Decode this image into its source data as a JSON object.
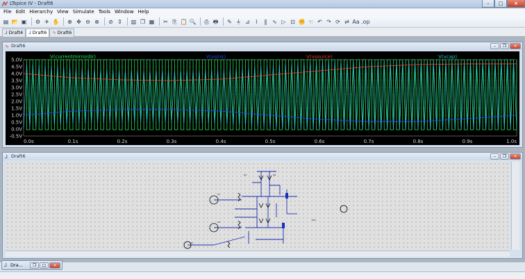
{
  "window": {
    "title": "LTspice IV - Draft6"
  },
  "menu": [
    "File",
    "Edit",
    "Hierarchy",
    "View",
    "Simulate",
    "Tools",
    "Window",
    "Help"
  ],
  "toolbar_icons": [
    "new-schematic-icon",
    "open-icon",
    "save-icon",
    "control-panel-icon",
    "run-icon",
    "halt-icon",
    "zoom-in-icon",
    "pan-icon",
    "zoom-out-icon",
    "zoom-fit-icon",
    "cancel-zoom-icon",
    "autorange-icon",
    "tile-horizontal-icon",
    "cascade-icon",
    "tile-vertical-icon",
    "cut-icon",
    "copy-icon",
    "paste-icon",
    "find-icon",
    "print-preview-icon",
    "print-icon",
    "draw-wire-icon",
    "ground-icon",
    "label-net-icon",
    "resistor-icon",
    "capacitor-icon",
    "inductor-icon",
    "diode-icon",
    "component-icon",
    "move-icon",
    "drag-icon",
    "undo-icon",
    "redo-icon",
    "rotate-icon",
    "mirror-icon",
    "text-icon",
    "spice-directive-icon"
  ],
  "tabs": [
    {
      "label": "Draft4",
      "icon": "schematic-icon",
      "active": false
    },
    {
      "label": "Draft6",
      "icon": "schematic-icon",
      "active": true
    },
    {
      "label": "Draft6",
      "icon": "waveform-icon",
      "active": false
    }
  ],
  "waveform_window": {
    "title": "Draft6"
  },
  "schematic_window": {
    "title": "Draft6"
  },
  "minimized_window": {
    "title": "Dra..."
  },
  "chart_data": {
    "type": "line",
    "series": [
      {
        "name": "V(currentmirrordir)",
        "color": "#27e25a"
      },
      {
        "name": "V(vsink)",
        "color": "#2746e6"
      },
      {
        "name": "V(vsource)",
        "color": "#e23a2a"
      },
      {
        "name": "V(vcap)",
        "color": "#2ec0c6"
      }
    ],
    "y_ticks": [
      "5.0V",
      "4.5V",
      "4.0V",
      "3.5V",
      "3.0V",
      "2.5V",
      "2.0V",
      "1.5V",
      "1.0V",
      "0.5V",
      "0.0V",
      "-0.5V"
    ],
    "x_ticks": [
      "0.0s",
      "0.1s",
      "0.2s",
      "0.3s",
      "0.4s",
      "0.5s",
      "0.6s",
      "0.7s",
      "0.8s",
      "0.9s",
      "1.0s"
    ],
    "xlim": [
      0,
      1.0
    ],
    "ylim": [
      -0.5,
      5.0
    ],
    "grid": true,
    "series_data": {
      "vsource": {
        "x": [
          0,
          0.1,
          0.2,
          0.3,
          0.4,
          0.5,
          0.6,
          0.7,
          0.8,
          0.9,
          1.0
        ],
        "y": [
          4.0,
          3.7,
          3.55,
          3.5,
          3.6,
          3.9,
          4.2,
          4.5,
          4.65,
          4.7,
          4.7
        ]
      },
      "vsink": {
        "x": [
          0,
          0.1,
          0.2,
          0.3,
          0.4,
          0.5,
          0.6,
          0.7,
          0.8,
          0.9,
          1.0
        ],
        "y": [
          1.0,
          1.3,
          1.4,
          1.4,
          1.3,
          1.0,
          0.7,
          0.55,
          0.55,
          0.75,
          1.0
        ]
      },
      "currentmirrordir": {
        "low": -0.05,
        "high": 5.0,
        "period": 0.0125,
        "form": "square"
      },
      "vcap": {
        "form": "triangle",
        "period": 0.0125,
        "center": [
          2.5,
          2.5
        ]
      }
    }
  }
}
